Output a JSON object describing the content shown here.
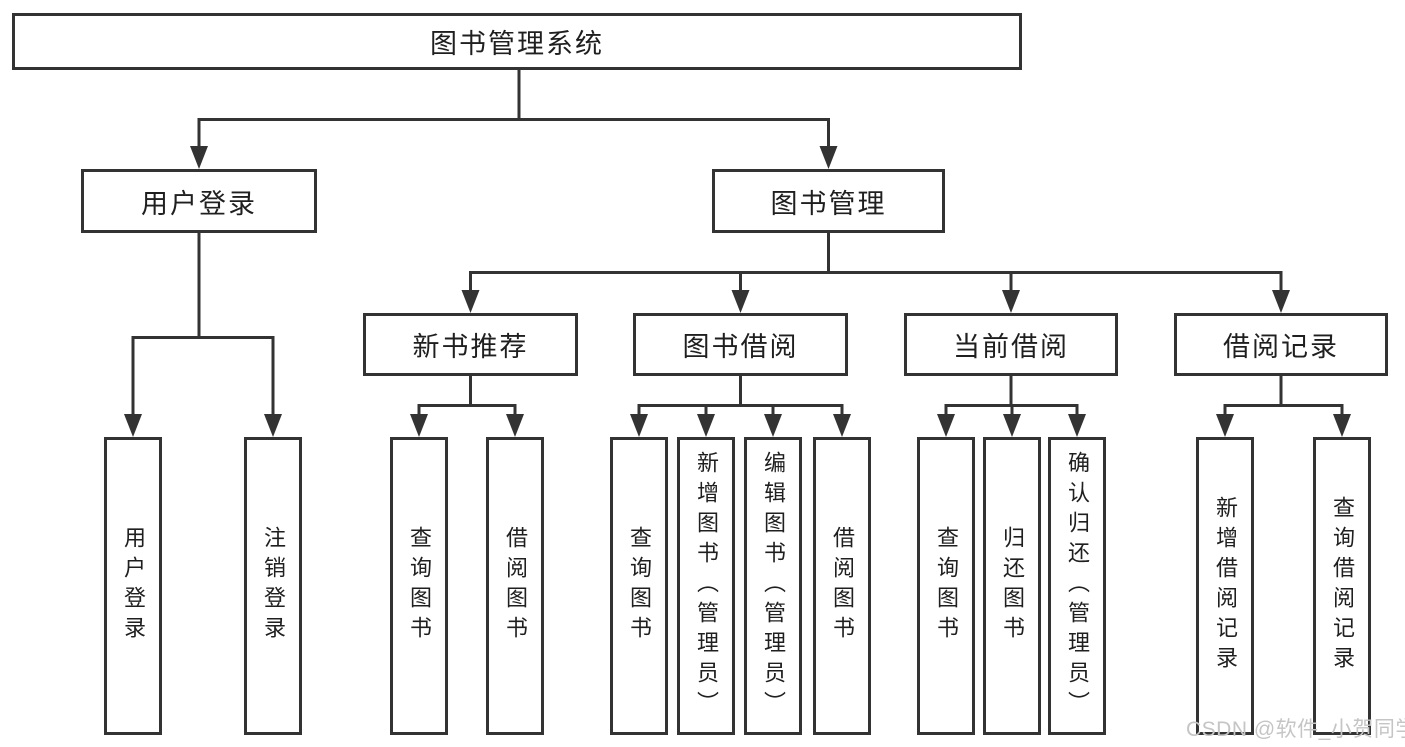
{
  "tree": {
    "root": "图书管理系统",
    "login_branch": {
      "label": "用户登录",
      "leaves": [
        "用户登录",
        "注销登录"
      ]
    },
    "mgmt_branch": {
      "label": "图书管理",
      "groups": [
        {
          "label": "新书推荐",
          "leaves": [
            "查询图书",
            "借阅图书"
          ]
        },
        {
          "label": "图书借阅",
          "leaves": [
            "查询图书",
            "新增图书（管理员）",
            "编辑图书（管理员）",
            "借阅图书"
          ]
        },
        {
          "label": "当前借阅",
          "leaves": [
            "查询图书",
            "归还图书",
            "确认归还（管理员）"
          ]
        },
        {
          "label": "借阅记录",
          "leaves": [
            "新增借阅记录",
            "查询借阅记录"
          ]
        }
      ]
    }
  },
  "watermark": {
    "text": "CSDN @软件_小贺同学"
  },
  "colors": {
    "line": "#333333",
    "text": "#1f1f1f",
    "watermark": "#c5c5c5",
    "background": "#ffffff"
  }
}
